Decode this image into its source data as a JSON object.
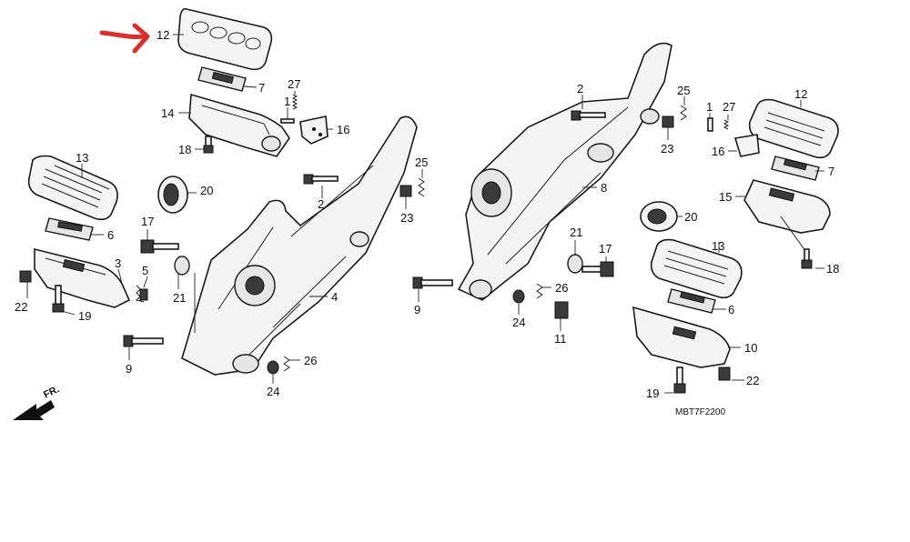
{
  "diagram": {
    "code": "MBT7F2200",
    "direction_label": "FR.",
    "highlight_color": "#d9302b",
    "callouts": {
      "l12": "12",
      "l7a": "7",
      "l1a": "1",
      "l27a": "27",
      "l16a": "16",
      "l14": "14",
      "l18a": "18",
      "l13a": "13",
      "l20a": "20",
      "l6a": "6",
      "l17a": "17",
      "l3": "3",
      "l5": "5",
      "l21a": "21",
      "l22a": "22",
      "l19a": "19",
      "l9a": "9",
      "l2a": "2",
      "l25a": "25",
      "l23a": "23",
      "l4": "4",
      "l26a": "26",
      "l24a": "24",
      "r2": "2",
      "r25": "25",
      "r23": "23",
      "r8": "8",
      "r20": "20",
      "r21": "21",
      "r17": "17",
      "r9": "9",
      "r26": "26",
      "r24": "24",
      "r11": "11",
      "r12": "12",
      "r1": "1",
      "r27": "27",
      "r16": "16",
      "r7": "7",
      "r15": "15",
      "r18": "18",
      "r13": "13",
      "r6": "6",
      "r10": "10",
      "r19": "19",
      "r22": "22"
    }
  }
}
